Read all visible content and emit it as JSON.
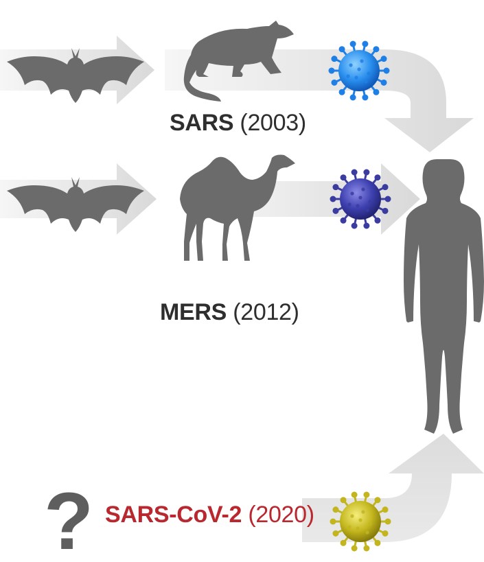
{
  "pathways": [
    {
      "name": "SARS",
      "year": "(2003)",
      "text_color": "#2e2e2e",
      "hosts": [
        "bat-icon",
        "civet-icon"
      ],
      "virus_color": "#1e7fe6",
      "target": "human-icon"
    },
    {
      "name": "MERS",
      "year": "(2012)",
      "text_color": "#2e2e2e",
      "hosts": [
        "bat-icon",
        "camel-icon"
      ],
      "virus_color": "#3b3ca0",
      "target": "human-icon"
    },
    {
      "name": "SARS-CoV-2",
      "year": "(2020)",
      "text_color": "#b8282e",
      "hosts": [
        "question-mark-icon"
      ],
      "virus_color": "#c2b51e",
      "target": "human-icon"
    }
  ],
  "colors": {
    "silhouette": "#6b6b6b",
    "arrow_light": "#f2f2f2",
    "arrow_dark": "#dadada",
    "question_mark": "#5e5e5e",
    "highlight": "#b8282e"
  },
  "question_mark_glyph": "?"
}
